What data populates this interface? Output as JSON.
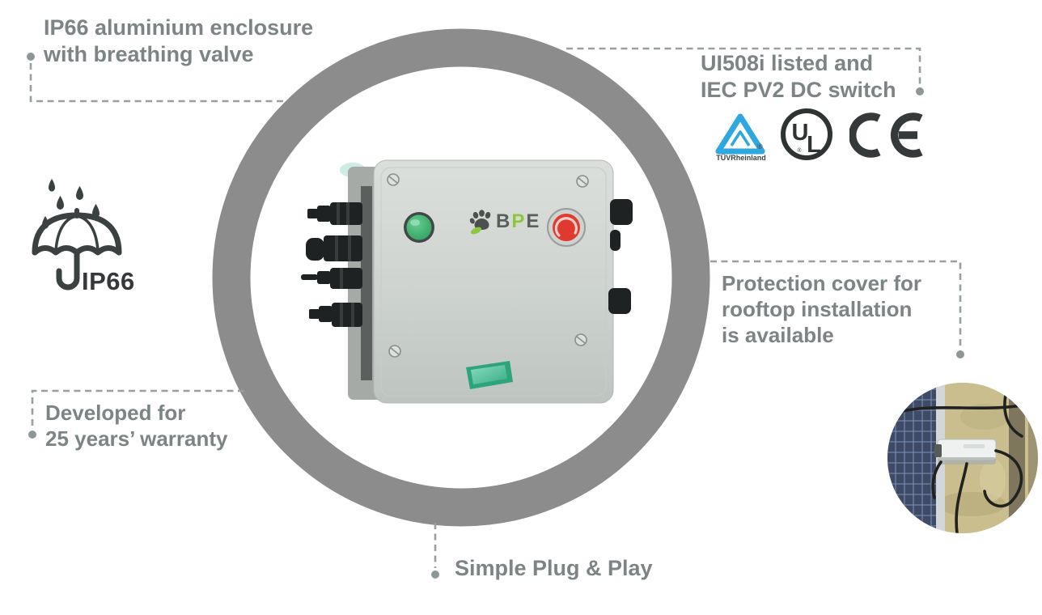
{
  "page": {
    "background": "#ffffff"
  },
  "callouts": {
    "enclosure": {
      "lines": [
        "IP66 aluminium enclosure",
        "with breathing valve"
      ]
    },
    "certification": {
      "lines": [
        "UI508i listed and",
        "IEC PV2 DC switch"
      ]
    },
    "protection_cover": {
      "lines": [
        "Protection cover for",
        "rooftop installation",
        "is available"
      ]
    },
    "warranty": {
      "lines": [
        "Developed for",
        "25 years’ warranty"
      ]
    },
    "plug_play": {
      "label": "Simple Plug & Play"
    }
  },
  "weather_badge": {
    "label": "IP66"
  },
  "certifications": {
    "tuv_label": "TÜVRheinland",
    "ul_u": "U",
    "ul_l": "L",
    "registered_mark": "®"
  },
  "device": {
    "brand_b": "B",
    "brand_p": "P",
    "brand_e": "E"
  },
  "icons": {
    "left_badge": "umbrella-with-raindrops-icon",
    "cert_1": "tuv-rheinland-triangle-icon",
    "cert_2": "ul-listed-icon",
    "cert_3": "ce-mark-icon",
    "photo": "rooftop-solar-installation-photo"
  },
  "colors": {
    "label_gray": "#7d8486",
    "ring_gray": "#8c8c8c",
    "dashed_gray": "#98a0a0",
    "dark_icon": "#35393b",
    "tuv_blue": "#2fa8e0",
    "button_green": "#3fbd7a",
    "estop_red": "#e0392e",
    "brand_lime": "#8dc63f",
    "insert_teal": "#3bb68f",
    "enclosure_gray": "#ccd1ce"
  }
}
